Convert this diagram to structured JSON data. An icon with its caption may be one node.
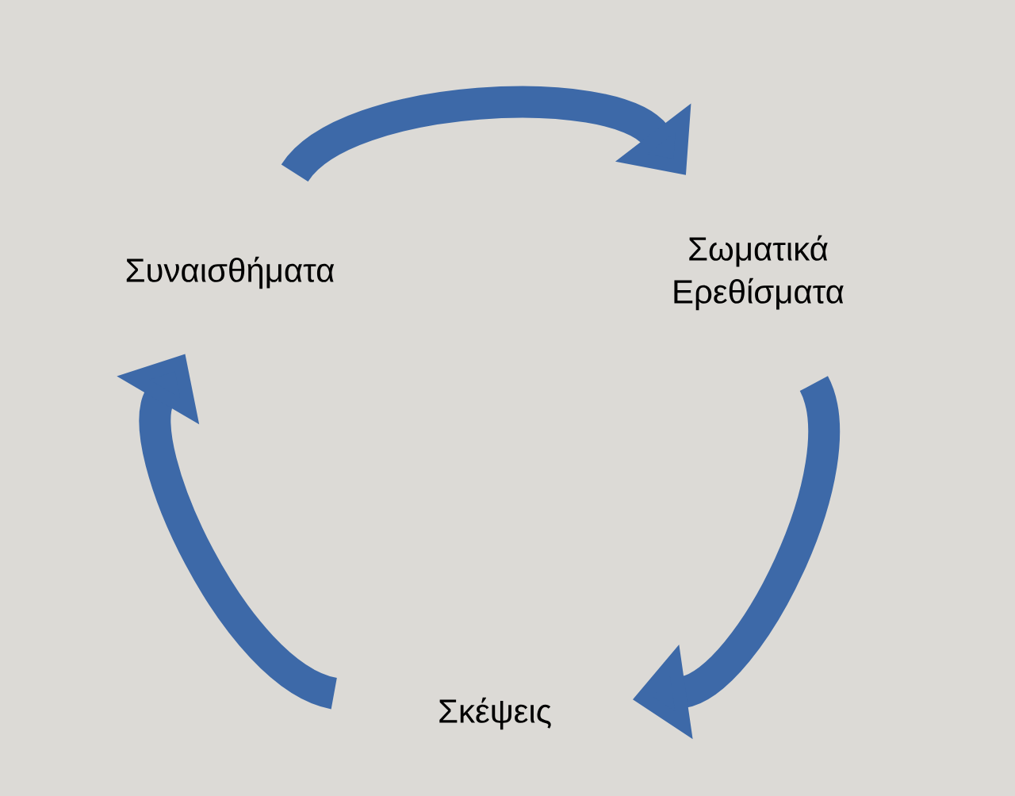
{
  "diagram": {
    "nodes": [
      {
        "text": [
          "Συναισθήματα"
        ]
      },
      {
        "text": [
          "Σωματικά Ερεθίσματα"
        ]
      },
      {
        "text": [
          "Σκέψεις"
        ]
      }
    ],
    "edges": [
      {
        "from": 0,
        "to": 1,
        "arrow": "to"
      },
      {
        "from": 1,
        "to": 2,
        "arrow": "to"
      },
      {
        "from": 2,
        "to": 0,
        "arrow": "to"
      }
    ]
  }
}
